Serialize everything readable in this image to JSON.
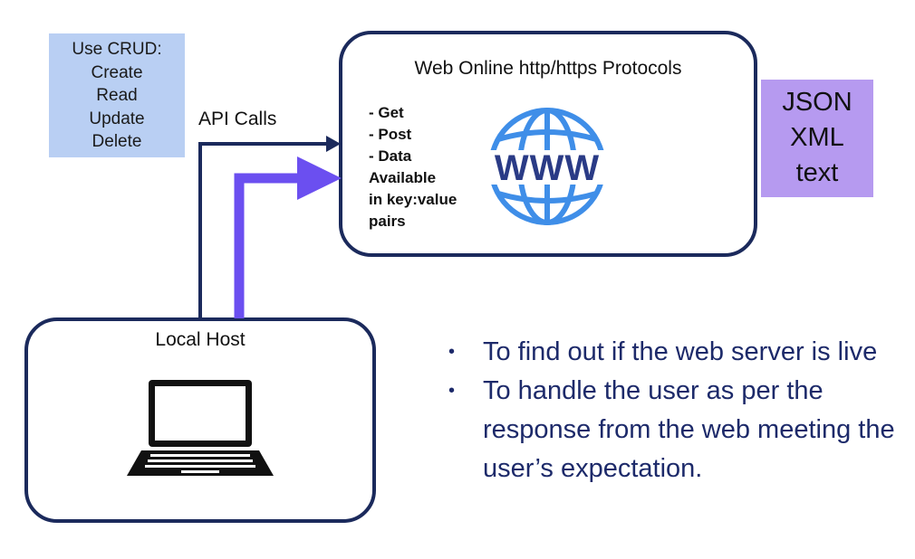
{
  "crud": {
    "title": "Use CRUD:",
    "items": [
      "Create",
      "Read",
      "Update",
      "Delete"
    ]
  },
  "web": {
    "title": "Web Online http/https Protocols",
    "methods": [
      "- Get",
      "- Post",
      "- Data",
      "Available",
      "in key:value",
      "pairs"
    ],
    "globe_text": "WWW"
  },
  "local": {
    "title": "Local Host"
  },
  "formats": [
    "JSON",
    "XML",
    "text"
  ],
  "api_label": "API Calls",
  "bullets": [
    "To find out if the web server is live",
    "To handle the user as per the response from the web meeting the user’s expectation."
  ],
  "colors": {
    "crud_bg": "#b9cff3",
    "format_bg": "#b69af0",
    "box_border": "#1b2a5c",
    "arrow_dark": "#1b2a5c",
    "arrow_purple": "#6b4ff0",
    "globe": "#3f8ee8",
    "globe_text": "#2a3b86",
    "bullet_text": "#1d2a6a"
  }
}
